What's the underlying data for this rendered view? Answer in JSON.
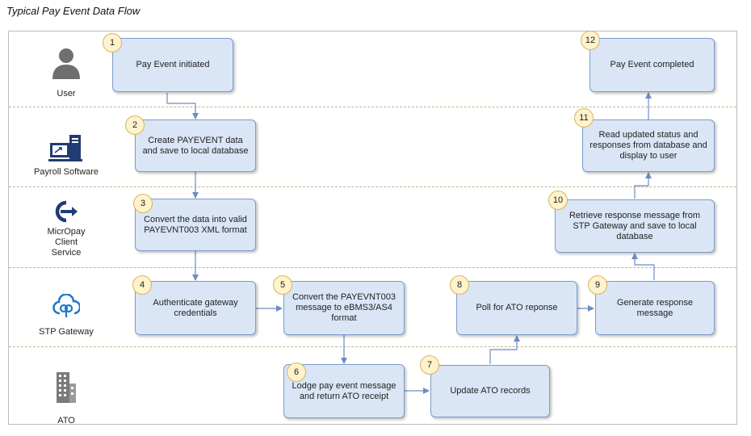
{
  "title": "Typical Pay Event Data Flow",
  "lanes": [
    {
      "label": "User",
      "icon": "user-icon"
    },
    {
      "label": "Payroll Software",
      "icon": "computer-icon"
    },
    {
      "label": "MicrOpay\nClient\nService",
      "label_lines": [
        "MicrOpay",
        "Client",
        "Service"
      ],
      "icon": "micropay-logo-icon"
    },
    {
      "label": "STP Gateway",
      "icon": "cloud-gateway-icon"
    },
    {
      "label": "ATO",
      "icon": "building-icon"
    }
  ],
  "steps": [
    {
      "n": "1",
      "lines": [
        "Pay Event initiated"
      ]
    },
    {
      "n": "2",
      "lines": [
        "Create PAYEVENT data",
        "and save to local database"
      ]
    },
    {
      "n": "3",
      "lines": [
        "Convert the data into valid",
        "PAYEVNT003 XML  format"
      ]
    },
    {
      "n": "4",
      "lines": [
        "Authenticate gateway",
        "credentials"
      ]
    },
    {
      "n": "5",
      "lines": [
        "Convert the PAYEVNT003",
        "message to eBMS3/AS4",
        "format"
      ]
    },
    {
      "n": "6",
      "lines": [
        "Lodge pay event message",
        "and return ATO receipt"
      ]
    },
    {
      "n": "7",
      "lines": [
        "Update ATO records"
      ]
    },
    {
      "n": "8",
      "lines": [
        "Poll for ATO reponse"
      ]
    },
    {
      "n": "9",
      "lines": [
        "Generate response",
        "message"
      ]
    },
    {
      "n": "10",
      "lines": [
        "Retrieve response message from",
        "STP Gateway and save to local",
        "database"
      ]
    },
    {
      "n": "11",
      "lines": [
        "Read updated status and",
        "responses from database and",
        "display to user"
      ]
    },
    {
      "n": "12",
      "lines": [
        "Pay Event completed"
      ]
    }
  ],
  "colors": {
    "box_fill": "#dae6f6",
    "box_border": "#7c9bcc",
    "badge_fill": "#fff2cc",
    "badge_border": "#d6b656",
    "arrow": "#6c8ebf",
    "icon": "#1f3c73"
  }
}
